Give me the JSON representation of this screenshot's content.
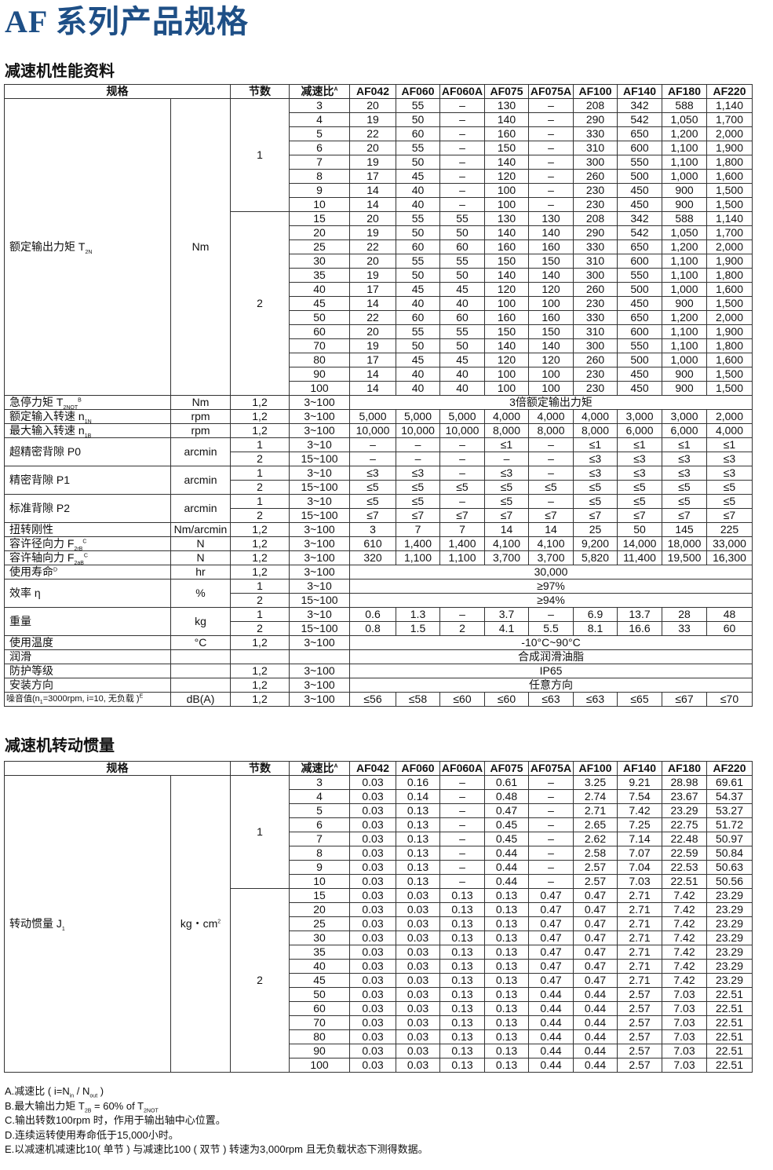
{
  "page_title": "AF 系列产品规格",
  "perf_section_title": "减速机性能资料",
  "inertia_section_title": "减速机转动惯量",
  "header": {
    "spec": "规格",
    "stage": "节数",
    "ratio": "减速比",
    "ratio_sup": "A",
    "models": [
      "AF042",
      "AF060",
      "AF060A",
      "AF075",
      "AF075A",
      "AF100",
      "AF140",
      "AF180",
      "AF220"
    ]
  },
  "torque": {
    "label": "额定输出力矩 T",
    "label_sub": "2N",
    "unit": "Nm",
    "stage1": "1",
    "stage2": "2",
    "rows_stage1": [
      [
        "3",
        "20",
        "55",
        "–",
        "130",
        "–",
        "208",
        "342",
        "588",
        "1,140"
      ],
      [
        "4",
        "19",
        "50",
        "–",
        "140",
        "–",
        "290",
        "542",
        "1,050",
        "1,700"
      ],
      [
        "5",
        "22",
        "60",
        "–",
        "160",
        "–",
        "330",
        "650",
        "1,200",
        "2,000"
      ],
      [
        "6",
        "20",
        "55",
        "–",
        "150",
        "–",
        "310",
        "600",
        "1,100",
        "1,900"
      ],
      [
        "7",
        "19",
        "50",
        "–",
        "140",
        "–",
        "300",
        "550",
        "1,100",
        "1,800"
      ],
      [
        "8",
        "17",
        "45",
        "–",
        "120",
        "–",
        "260",
        "500",
        "1,000",
        "1,600"
      ],
      [
        "9",
        "14",
        "40",
        "–",
        "100",
        "–",
        "230",
        "450",
        "900",
        "1,500"
      ],
      [
        "10",
        "14",
        "40",
        "–",
        "100",
        "–",
        "230",
        "450",
        "900",
        "1,500"
      ]
    ],
    "rows_stage2": [
      [
        "15",
        "20",
        "55",
        "55",
        "130",
        "130",
        "208",
        "342",
        "588",
        "1,140"
      ],
      [
        "20",
        "19",
        "50",
        "50",
        "140",
        "140",
        "290",
        "542",
        "1,050",
        "1,700"
      ],
      [
        "25",
        "22",
        "60",
        "60",
        "160",
        "160",
        "330",
        "650",
        "1,200",
        "2,000"
      ],
      [
        "30",
        "20",
        "55",
        "55",
        "150",
        "150",
        "310",
        "600",
        "1,100",
        "1,900"
      ],
      [
        "35",
        "19",
        "50",
        "50",
        "140",
        "140",
        "300",
        "550",
        "1,100",
        "1,800"
      ],
      [
        "40",
        "17",
        "45",
        "45",
        "120",
        "120",
        "260",
        "500",
        "1,000",
        "1,600"
      ],
      [
        "45",
        "14",
        "40",
        "40",
        "100",
        "100",
        "230",
        "450",
        "900",
        "1,500"
      ],
      [
        "50",
        "22",
        "60",
        "60",
        "160",
        "160",
        "330",
        "650",
        "1,200",
        "2,000"
      ],
      [
        "60",
        "20",
        "55",
        "55",
        "150",
        "150",
        "310",
        "600",
        "1,100",
        "1,900"
      ],
      [
        "70",
        "19",
        "50",
        "50",
        "140",
        "140",
        "300",
        "550",
        "1,100",
        "1,800"
      ],
      [
        "80",
        "17",
        "45",
        "45",
        "120",
        "120",
        "260",
        "500",
        "1,000",
        "1,600"
      ],
      [
        "90",
        "14",
        "40",
        "40",
        "100",
        "100",
        "230",
        "450",
        "900",
        "1,500"
      ],
      [
        "100",
        "14",
        "40",
        "40",
        "100",
        "100",
        "230",
        "450",
        "900",
        "1,500"
      ]
    ]
  },
  "emergency_torque": {
    "label": "急停力矩 T",
    "sub": "2NOT",
    "sup": "B",
    "unit": "Nm",
    "stage": "1,2",
    "ratio": "3~100",
    "value": "3倍额定输出力矩"
  },
  "rated_input_speed": {
    "label": "额定输入转速 n",
    "sub": "1N",
    "unit": "rpm",
    "stage": "1,2",
    "ratio": "3~100",
    "values": [
      "5,000",
      "5,000",
      "5,000",
      "4,000",
      "4,000",
      "4,000",
      "3,000",
      "3,000",
      "2,000"
    ]
  },
  "max_input_speed": {
    "label": "最大输入转速 n",
    "sub": "1B",
    "unit": "rpm",
    "stage": "1,2",
    "ratio": "3~100",
    "values": [
      "10,000",
      "10,000",
      "10,000",
      "8,000",
      "8,000",
      "8,000",
      "6,000",
      "6,000",
      "4,000"
    ]
  },
  "backlash_p0": {
    "label": "超精密背隙 P0",
    "unit": "arcmin",
    "r1": {
      "stage": "1",
      "ratio": "3~10",
      "values": [
        "–",
        "–",
        "–",
        "≤1",
        "–",
        "≤1",
        "≤1",
        "≤1",
        "≤1"
      ]
    },
    "r2": {
      "stage": "2",
      "ratio": "15~100",
      "values": [
        "–",
        "–",
        "–",
        "–",
        "–",
        "≤3",
        "≤3",
        "≤3",
        "≤3"
      ]
    }
  },
  "backlash_p1": {
    "label": "精密背隙 P1",
    "unit": "arcmin",
    "r1": {
      "stage": "1",
      "ratio": "3~10",
      "values": [
        "≤3",
        "≤3",
        "–",
        "≤3",
        "–",
        "≤3",
        "≤3",
        "≤3",
        "≤3"
      ]
    },
    "r2": {
      "stage": "2",
      "ratio": "15~100",
      "values": [
        "≤5",
        "≤5",
        "≤5",
        "≤5",
        "≤5",
        "≤5",
        "≤5",
        "≤5",
        "≤5"
      ]
    }
  },
  "backlash_p2": {
    "label": "标准背隙 P2",
    "unit": "arcmin",
    "r1": {
      "stage": "1",
      "ratio": "3~10",
      "values": [
        "≤5",
        "≤5",
        "–",
        "≤5",
        "–",
        "≤5",
        "≤5",
        "≤5",
        "≤5"
      ]
    },
    "r2": {
      "stage": "2",
      "ratio": "15~100",
      "values": [
        "≤7",
        "≤7",
        "≤7",
        "≤7",
        "≤7",
        "≤7",
        "≤7",
        "≤7",
        "≤7"
      ]
    }
  },
  "torsional_rigidity": {
    "label": "扭转刚性",
    "unit": "Nm/arcmin",
    "stage": "1,2",
    "ratio": "3~100",
    "values": [
      "3",
      "7",
      "7",
      "14",
      "14",
      "25",
      "50",
      "145",
      "225"
    ]
  },
  "radial_force": {
    "label": "容许径向力 F",
    "sub": "2rB",
    "sup": "C",
    "unit": "N",
    "stage": "1,2",
    "ratio": "3~100",
    "values": [
      "610",
      "1,400",
      "1,400",
      "4,100",
      "4,100",
      "9,200",
      "14,000",
      "18,000",
      "33,000"
    ]
  },
  "axial_force": {
    "label": "容许轴向力 F",
    "sub": "2aB",
    "sup": "C",
    "unit": "N",
    "stage": "1,2",
    "ratio": "3~100",
    "values": [
      "320",
      "1,100",
      "1,100",
      "3,700",
      "3,700",
      "5,820",
      "11,400",
      "19,500",
      "16,300"
    ]
  },
  "service_life": {
    "label": "使用寿命",
    "sup": "D",
    "unit": "hr",
    "stage": "1,2",
    "ratio": "3~100",
    "value": "30,000"
  },
  "efficiency": {
    "label": "效率 η",
    "unit": "%",
    "r1": {
      "stage": "1",
      "ratio": "3~10",
      "value": "≥97%"
    },
    "r2": {
      "stage": "2",
      "ratio": "15~100",
      "value": "≥94%"
    }
  },
  "weight": {
    "label": "重量",
    "unit": "kg",
    "r1": {
      "stage": "1",
      "ratio": "3~10",
      "values": [
        "0.6",
        "1.3",
        "–",
        "3.7",
        "–",
        "6.9",
        "13.7",
        "28",
        "48"
      ]
    },
    "r2": {
      "stage": "2",
      "ratio": "15~100",
      "values": [
        "0.8",
        "1.5",
        "2",
        "4.1",
        "5.5",
        "8.1",
        "16.6",
        "33",
        "60"
      ]
    }
  },
  "temperature": {
    "label": "使用温度",
    "unit": "°C",
    "stage": "1,2",
    "ratio": "3~100",
    "value": "-10°C~90°C"
  },
  "lubrication": {
    "label": "润滑",
    "unit": "",
    "stage": "",
    "ratio": "",
    "value": "合成润滑油脂"
  },
  "protection": {
    "label": "防护等级",
    "unit": "",
    "stage": "1,2",
    "ratio": "3~100",
    "value": "IP65"
  },
  "mounting": {
    "label": "安装方向",
    "unit": "",
    "stage": "1,2",
    "ratio": "3~100",
    "value": "任意方向"
  },
  "noise": {
    "label": "噪音值(n",
    "label_sub": "1",
    "label_rest": "=3000rpm, i=10, 无负载 )",
    "sup": "E",
    "unit": "dB(A)",
    "stage": "1,2",
    "ratio": "3~100",
    "values": [
      "≤56",
      "≤58",
      "≤60",
      "≤60",
      "≤63",
      "≤63",
      "≤65",
      "≤67",
      "≤70"
    ]
  },
  "inertia": {
    "label": "转动惯量 J",
    "label_sub": "1",
    "unit": "kg・cm",
    "unit_sup": "2",
    "stage1": "1",
    "stage2": "2",
    "rows_stage1": [
      [
        "3",
        "0.03",
        "0.16",
        "–",
        "0.61",
        "–",
        "3.25",
        "9.21",
        "28.98",
        "69.61"
      ],
      [
        "4",
        "0.03",
        "0.14",
        "–",
        "0.48",
        "–",
        "2.74",
        "7.54",
        "23.67",
        "54.37"
      ],
      [
        "5",
        "0.03",
        "0.13",
        "–",
        "0.47",
        "–",
        "2.71",
        "7.42",
        "23.29",
        "53.27"
      ],
      [
        "6",
        "0.03",
        "0.13",
        "–",
        "0.45",
        "–",
        "2.65",
        "7.25",
        "22.75",
        "51.72"
      ],
      [
        "7",
        "0.03",
        "0.13",
        "–",
        "0.45",
        "–",
        "2.62",
        "7.14",
        "22.48",
        "50.97"
      ],
      [
        "8",
        "0.03",
        "0.13",
        "–",
        "0.44",
        "–",
        "2.58",
        "7.07",
        "22.59",
        "50.84"
      ],
      [
        "9",
        "0.03",
        "0.13",
        "–",
        "0.44",
        "–",
        "2.57",
        "7.04",
        "22.53",
        "50.63"
      ],
      [
        "10",
        "0.03",
        "0.13",
        "–",
        "0.44",
        "–",
        "2.57",
        "7.03",
        "22.51",
        "50.56"
      ]
    ],
    "rows_stage2": [
      [
        "15",
        "0.03",
        "0.03",
        "0.13",
        "0.13",
        "0.47",
        "0.47",
        "2.71",
        "7.42",
        "23.29"
      ],
      [
        "20",
        "0.03",
        "0.03",
        "0.13",
        "0.13",
        "0.47",
        "0.47",
        "2.71",
        "7.42",
        "23.29"
      ],
      [
        "25",
        "0.03",
        "0.03",
        "0.13",
        "0.13",
        "0.47",
        "0.47",
        "2.71",
        "7.42",
        "23.29"
      ],
      [
        "30",
        "0.03",
        "0.03",
        "0.13",
        "0.13",
        "0.47",
        "0.47",
        "2.71",
        "7.42",
        "23.29"
      ],
      [
        "35",
        "0.03",
        "0.03",
        "0.13",
        "0.13",
        "0.47",
        "0.47",
        "2.71",
        "7.42",
        "23.29"
      ],
      [
        "40",
        "0.03",
        "0.03",
        "0.13",
        "0.13",
        "0.47",
        "0.47",
        "2.71",
        "7.42",
        "23.29"
      ],
      [
        "45",
        "0.03",
        "0.03",
        "0.13",
        "0.13",
        "0.47",
        "0.47",
        "2.71",
        "7.42",
        "23.29"
      ],
      [
        "50",
        "0.03",
        "0.03",
        "0.13",
        "0.13",
        "0.44",
        "0.44",
        "2.57",
        "7.03",
        "22.51"
      ],
      [
        "60",
        "0.03",
        "0.03",
        "0.13",
        "0.13",
        "0.44",
        "0.44",
        "2.57",
        "7.03",
        "22.51"
      ],
      [
        "70",
        "0.03",
        "0.03",
        "0.13",
        "0.13",
        "0.44",
        "0.44",
        "2.57",
        "7.03",
        "22.51"
      ],
      [
        "80",
        "0.03",
        "0.03",
        "0.13",
        "0.13",
        "0.44",
        "0.44",
        "2.57",
        "7.03",
        "22.51"
      ],
      [
        "90",
        "0.03",
        "0.03",
        "0.13",
        "0.13",
        "0.44",
        "0.44",
        "2.57",
        "7.03",
        "22.51"
      ],
      [
        "100",
        "0.03",
        "0.03",
        "0.13",
        "0.13",
        "0.44",
        "0.44",
        "2.57",
        "7.03",
        "22.51"
      ]
    ]
  },
  "notes": [
    "A.减速比 ( i=N",
    "B.最大输出力矩 T",
    "C.输出转数100rpm 时，作用于输出轴中心位置。",
    "D.连续运转使用寿命低于15,000小时。",
    "E.以减速机减速比10( 单节 ) 与减速比100 ( 双节 ) 转速为3,000rpm 且无负载状态下测得数据。"
  ],
  "notes_parts": {
    "a_sub_in": "in",
    "a_mid": " / N",
    "a_sub_out": "out",
    "a_end": " )",
    "b_sub": "2B",
    "b_mid": " = 60% of  T",
    "b_sub2": "2NOT"
  },
  "colors": {
    "title": "#1e4f86",
    "border": "#333333",
    "text": "#111111"
  }
}
